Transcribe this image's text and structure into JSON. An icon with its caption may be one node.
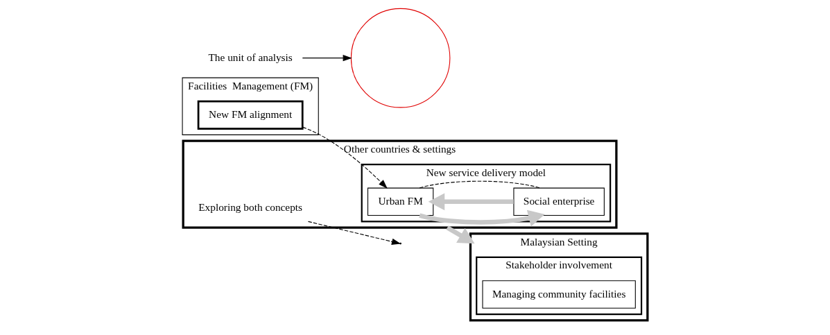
{
  "diagram": {
    "nodes": [
      {
        "text": [
          "Facilities  Management (FM)"
        ]
      },
      {
        "text": [
          "New FM alignment"
        ],
        "in": 0
      },
      {
        "text": [
          "Other countries & settings"
        ]
      },
      {
        "text": [
          "New service delivery model"
        ],
        "in": 2
      },
      {
        "text": [
          "Urban FM"
        ],
        "in": 3
      },
      {
        "text": [
          "Social enterprise"
        ],
        "in": 3
      },
      {
        "text": [
          "Exploring both concepts"
        ],
        "in": 2
      },
      {
        "text": [
          "Malaysian Setting"
        ]
      },
      {
        "text": [
          "Stakeholder involvement"
        ],
        "in": 7
      },
      {
        "text": [
          "Managing community facilities"
        ],
        "in": 8
      },
      {
        "text": [],
        "shape": "circle"
      },
      {
        "text": [
          "The unit of analysis"
        ]
      }
    ],
    "edges": [
      {
        "from": 1,
        "to": 4,
        "arrow": "to",
        "style": "dashed"
      },
      {
        "from": 4,
        "to": 5,
        "arrow": "to",
        "style": "thick",
        "color": "#c8c8c8"
      },
      {
        "from": 5,
        "to": 4,
        "arrow": "to",
        "style": "thick",
        "color": "#c8c8c8"
      },
      {
        "from": 4,
        "to": 5,
        "arrow": "none",
        "style": "dashed"
      },
      {
        "from": 6,
        "to": null,
        "arrow": "to",
        "style": "dashed"
      },
      {
        "from": 2,
        "to": 7,
        "arrow": "to",
        "style": "thick",
        "color": "#c8c8c8"
      },
      {
        "from": 11,
        "to": 10,
        "arrow": "to"
      }
    ]
  }
}
